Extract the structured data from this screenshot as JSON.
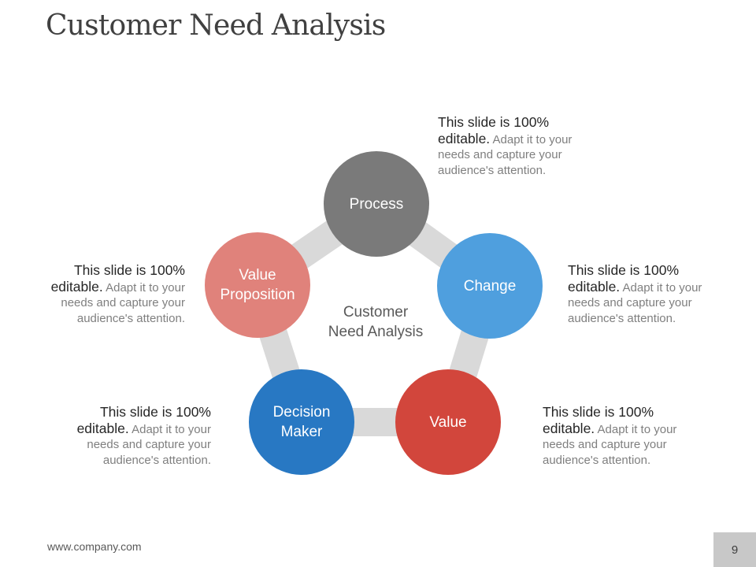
{
  "title": "Customer Need Analysis",
  "center_label": "Customer\nNeed Analysis",
  "nodes": [
    {
      "label": "Process",
      "color": "#7a7a7a"
    },
    {
      "label": "Change",
      "color": "#4f9fde"
    },
    {
      "label": "Value",
      "color": "#d2463c"
    },
    {
      "label": "Decision\nMaker",
      "color": "#2878c3"
    },
    {
      "label": "Value\nProposition",
      "color": "#e0827b"
    }
  ],
  "connector_color": "#d9d9d9",
  "callouts": [
    {
      "head": "This slide is 100% editable.",
      "body": "Adapt it to your needs and capture your audience's attention."
    },
    {
      "head": "This slide is 100% editable.",
      "body": "Adapt it to your needs and capture your audience's attention."
    },
    {
      "head": "This slide is 100% editable.",
      "body": "Adapt it to your needs and capture your audience's attention."
    },
    {
      "head": "This slide is 100% editable.",
      "body": "Adapt it to your needs and capture your audience's attention."
    },
    {
      "head": "This slide is 100% editable.",
      "body": "Adapt it to your needs and capture your audience's attention."
    }
  ],
  "footer": {
    "url": "www.company.com",
    "page_number": "9"
  }
}
